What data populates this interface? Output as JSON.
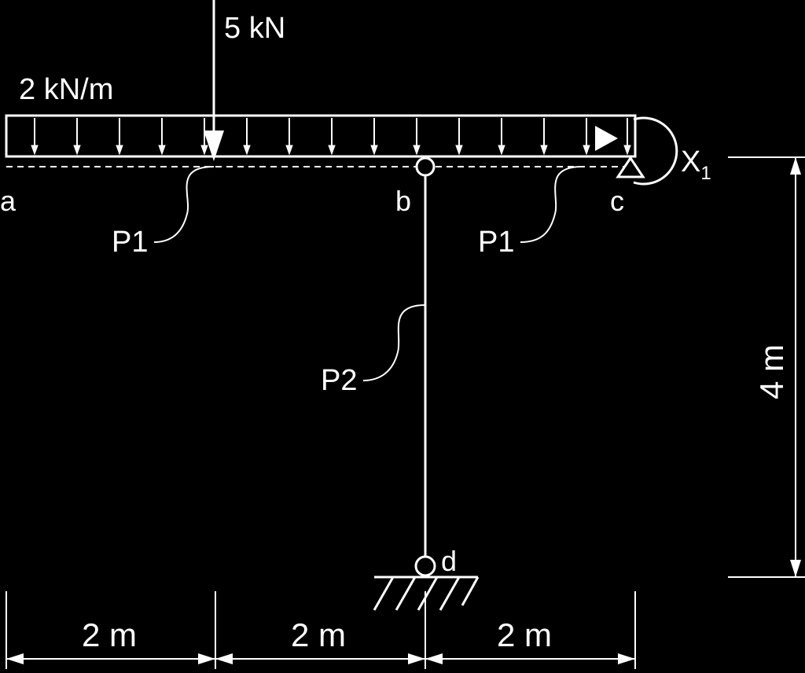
{
  "diagram": {
    "point_load_label": "5 kN",
    "distributed_load_label": "2 kN/m",
    "node_labels": {
      "a": "a",
      "b": "b",
      "c": "c",
      "d": "d"
    },
    "member_labels": {
      "left_span": "P1",
      "right_span": "P1",
      "column": "P2"
    },
    "redundant": {
      "symbol": "X",
      "subscript": "1"
    },
    "dimensions": {
      "span_1": "2 m",
      "span_2": "2 m",
      "span_3": "2 m",
      "height": "4 m"
    },
    "colors": {
      "background": "#000000",
      "ink": "#ffffff"
    }
  }
}
